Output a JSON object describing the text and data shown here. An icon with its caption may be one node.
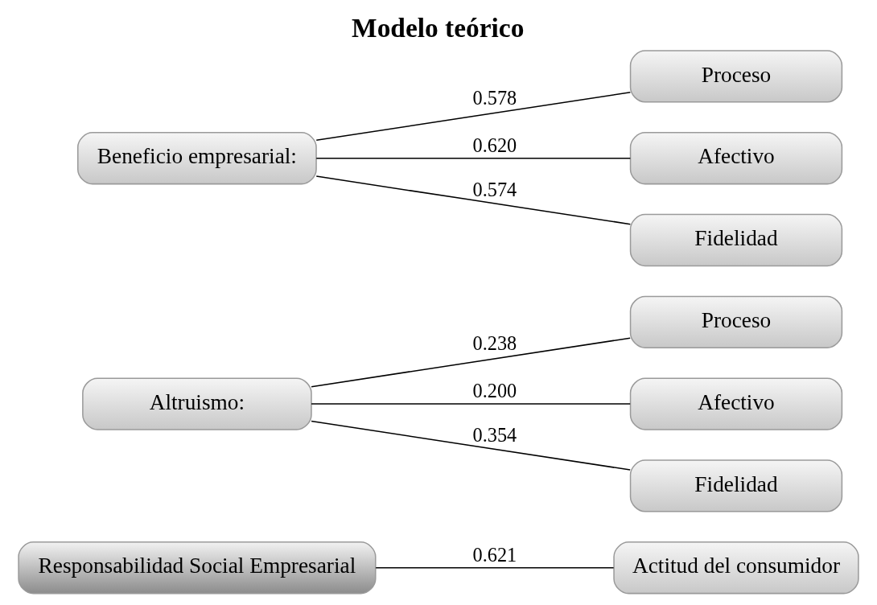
{
  "diagram": {
    "title": "Modelo teórico",
    "nodes": [
      {
        "text": [
          "Responsabilidad Social Empresarial"
        ]
      },
      {
        "text": [
          "Actitud del consumidor"
        ]
      },
      {
        "text": [
          "Altruismo:"
        ]
      },
      {
        "text": [
          "Proceso"
        ]
      },
      {
        "text": [
          "Afectivo"
        ]
      },
      {
        "text": [
          "Fidelidad"
        ]
      },
      {
        "text": [
          "Beneficio empresarial:"
        ]
      },
      {
        "text": [
          "Proceso"
        ]
      },
      {
        "text": [
          "Afectivo"
        ]
      },
      {
        "text": [
          "Fidelidad"
        ]
      }
    ],
    "edges": [
      {
        "from": 0,
        "to": 1,
        "arrow": "none",
        "label": "0.621"
      },
      {
        "from": 2,
        "to": 3,
        "arrow": "none",
        "label": "0.238"
      },
      {
        "from": 2,
        "to": 4,
        "arrow": "none",
        "label": "0.200"
      },
      {
        "from": 2,
        "to": 5,
        "arrow": "none",
        "label": "0.354"
      },
      {
        "from": 6,
        "to": 7,
        "arrow": "none",
        "label": "0.578"
      },
      {
        "from": 6,
        "to": 8,
        "arrow": "none",
        "label": "0.620"
      },
      {
        "from": 6,
        "to": 9,
        "arrow": "none",
        "label": "0.574"
      }
    ]
  }
}
